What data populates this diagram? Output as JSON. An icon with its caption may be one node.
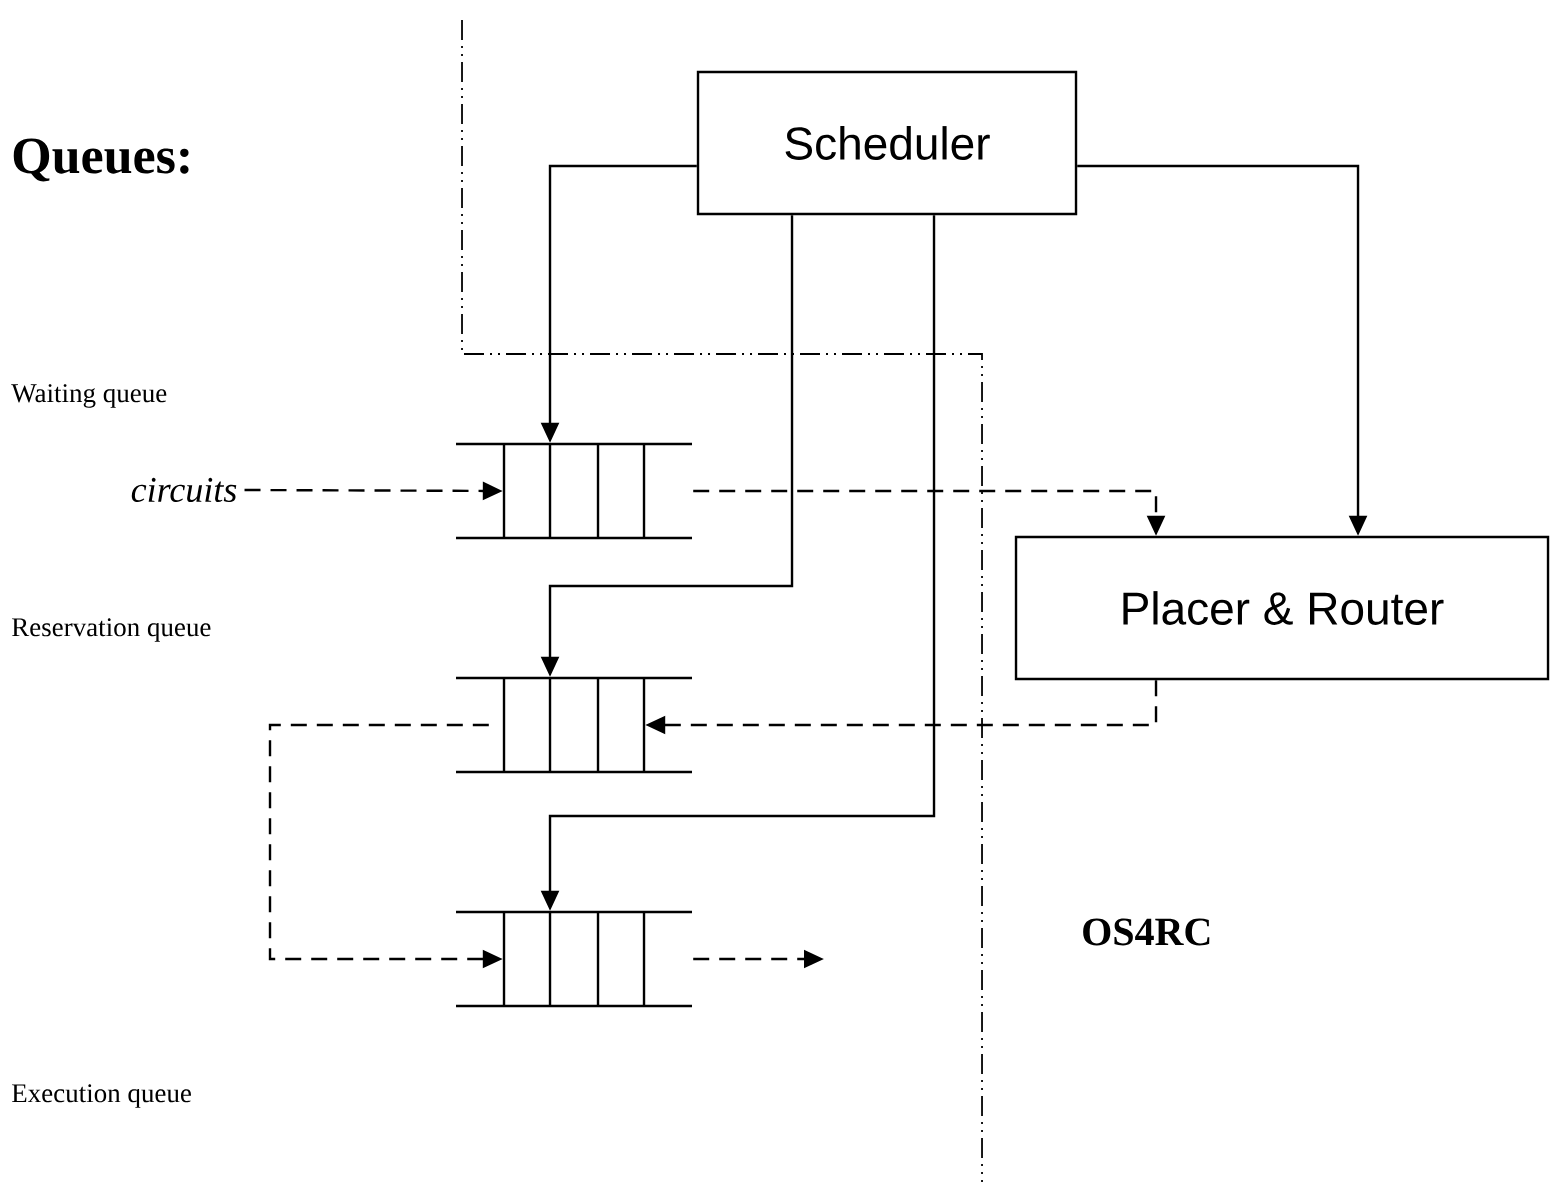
{
  "diagram": {
    "nodes": [
      {
        "text": [
          "Scheduler"
        ]
      },
      {
        "text": [
          "Placer & Router"
        ]
      },
      {
        "text": [],
        "shape": "queue"
      },
      {
        "text": [],
        "shape": "queue"
      },
      {
        "text": [],
        "shape": "queue"
      },
      {
        "text": [
          "circuits"
        ]
      }
    ],
    "edges": [
      {
        "from": 0,
        "to": 2,
        "arrow": "to"
      },
      {
        "from": 0,
        "to": 3,
        "arrow": "to"
      },
      {
        "from": 0,
        "to": 4,
        "arrow": "to"
      },
      {
        "from": 0,
        "to": 1,
        "arrow": "to"
      },
      {
        "from": 5,
        "to": 2,
        "arrow": "to",
        "style": "dashed"
      },
      {
        "from": 2,
        "to": 1,
        "arrow": "to",
        "style": "dashed"
      },
      {
        "from": 1,
        "to": 3,
        "arrow": "to",
        "style": "dashed"
      },
      {
        "from": 3,
        "to": 4,
        "arrow": "to",
        "style": "dashed"
      },
      {
        "from": 4,
        "to": null,
        "arrow": "to",
        "style": "dashed"
      }
    ],
    "labels": [
      "Queues:",
      "Waiting queue",
      "Reservation queue",
      "OS4RC",
      "Execution queue"
    ]
  }
}
